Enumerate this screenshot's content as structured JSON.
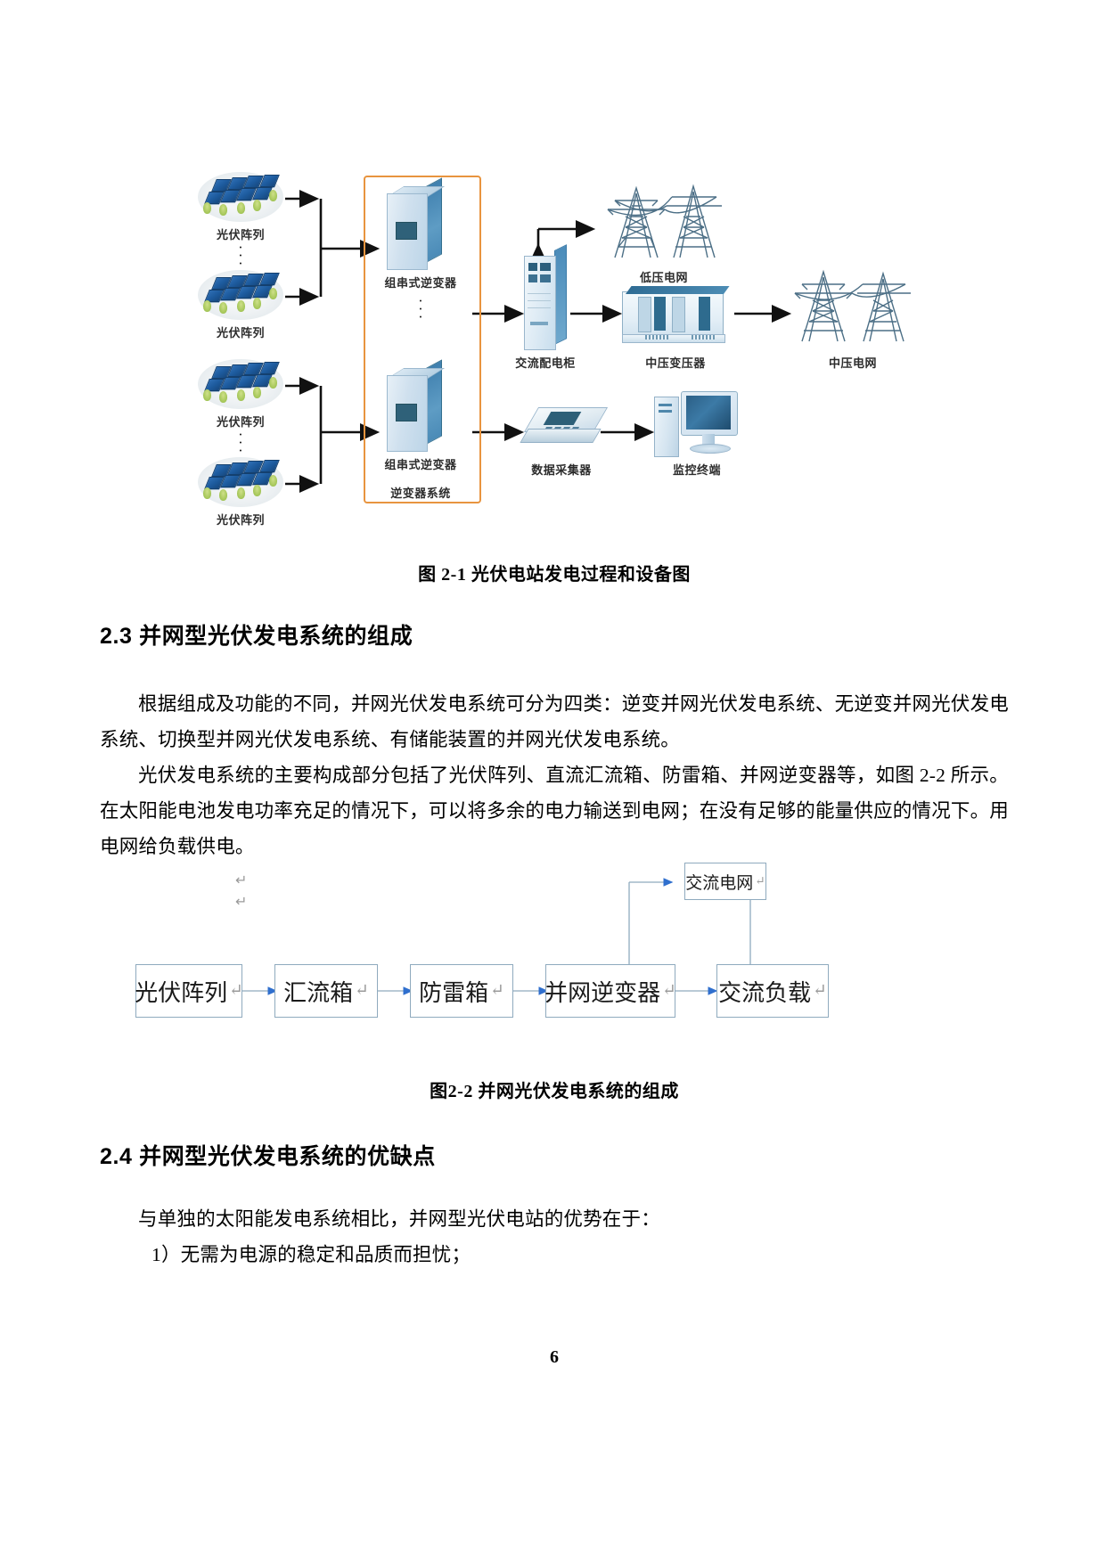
{
  "document": {
    "page_number": "6"
  },
  "figure1": {
    "caption": "图 2-1  光伏电站发电过程和设备图",
    "labels": {
      "pv_array_1": "光伏阵列",
      "pv_array_2": "光伏阵列",
      "pv_array_3": "光伏阵列",
      "pv_array_4": "光伏阵列",
      "inverter_1": "组串式逆变器",
      "inverter_2": "组串式逆变器",
      "inverter_system": "逆变器系统",
      "ac_cabinet": "交流配电柜",
      "low_voltage_grid": "低压电网",
      "medium_voltage_transformer": "中压变压器",
      "medium_voltage_grid": "中压电网",
      "data_logger": "数据采集器",
      "monitor_terminal": "监控终端"
    },
    "frame_color": "#e8943f",
    "vertical_ellipsis": "·"
  },
  "section_2_3": {
    "heading": "2.3 并网型光伏发电系统的组成",
    "paragraph_1": "根据组成及功能的不同，并网光伏发电系统可分为四类：逆变并网光伏发电系统、无逆变并网光伏发电系统、切换型并网光伏发电系统、有储能装置的并网光伏发电系统。",
    "paragraph_2": "光伏发电系统的主要构成部分包括了光伏阵列、直流汇流箱、防雷箱、并网逆变器等，如图 2-2 所示。在太阳能电池发电功率充足的情况下，可以将多余的电力输送到电网；在没有足够的能量供应的情况下。用电网给负载供电。"
  },
  "figure2": {
    "caption": "图2-2  并网光伏发电系统的组成",
    "return_marks": [
      "↵",
      "↵"
    ],
    "boxes": [
      {
        "id": "pv-array",
        "label": "光伏阵列",
        "mark": "↵"
      },
      {
        "id": "combiner-box",
        "label": "汇流箱",
        "mark": "↵"
      },
      {
        "id": "lightning-box",
        "label": "防雷箱",
        "mark": "↵"
      },
      {
        "id": "grid-inverter",
        "label": "并网逆变器",
        "mark": "↵"
      },
      {
        "id": "ac-load",
        "label": "交流负载",
        "mark": "↵"
      },
      {
        "id": "ac-grid",
        "label": "交流电网",
        "mark": "↵"
      }
    ],
    "line_color": "#8faabe",
    "arrow_color": "#2f6fce"
  },
  "section_2_4": {
    "heading": "2.4 并网型光伏发电系统的优缺点",
    "paragraph_1": "与单独的太阳能发电系统相比，并网型光伏电站的优势在于：",
    "list_item_1": "1）无需为电源的稳定和品质而担忧；"
  }
}
